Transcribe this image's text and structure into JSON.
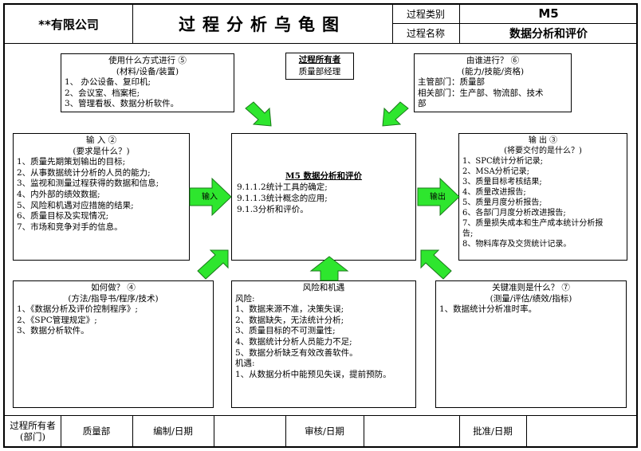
{
  "header": {
    "company": "**有限公司",
    "title": "过程分析乌龟图",
    "process_type_label": "过程类别",
    "process_type_value": "M5",
    "process_name_label": "过程名称",
    "process_name_value": "数据分析和评价"
  },
  "owner": {
    "title": "过程所有者",
    "value": "质量部经理"
  },
  "with_what": {
    "title": "使用什么方式进行 ⑤",
    "subtitle": "(材料/设备/装置)",
    "items": [
      "1、 办公设备、复印机;",
      "2、会议室、档案柜;",
      "3、管理看板、数据分析软件。"
    ]
  },
  "with_whom": {
    "title": "由谁进行？ ⑥",
    "subtitle": "(能力/技能/资格)",
    "items": [
      "主管部门：质量部",
      "相关部门：生产部、物流部、技术",
      "部"
    ]
  },
  "input": {
    "title": "输 入 ②",
    "subtitle": "(要求是什么？)",
    "items": [
      "1、质量先期策划输出的目标;",
      "2、从事数据统计分析的人员的能力;",
      "3、监视和测量过程获得的数据和信息;",
      "4、内外部的绩效数据;",
      "5、风险和机遇对应措施的结果;",
      "6、质量目标及实现情况;",
      "7、市场和竞争对手的信息。"
    ]
  },
  "process": {
    "title": "M5 数据分析和评价",
    "items": [
      "9.1.1.2统计工具的确定;",
      "9.1.1.3统计概念的应用;",
      "9.1.3分析和评价。"
    ]
  },
  "output": {
    "title": "输 出 ③",
    "subtitle": "(将要交付的是什么？)",
    "items": [
      "1、SPC统计分析记录;",
      "2、MSA分析记录;",
      "3、质量目标考核结果;",
      "4、质量改进报告;",
      "5、质量月度分析报告;",
      "6、各部门月度分析改进报告;",
      "7、质量损失成本和生产成本统计分析报",
      "告;",
      "8、物料库存及交货统计记录。"
    ]
  },
  "how": {
    "title": "如何做？ ④",
    "subtitle": "(方法/指导书/程序/技术)",
    "items": [
      "1、《数据分析及评价控制程序》;",
      "2、《SPC管理规定》;",
      "3、数据分析软件。"
    ]
  },
  "risk": {
    "title": "风险和机遇",
    "items": [
      "风险:",
      "1、数据来源不准，决策失误;",
      "2、数据缺失，无法统计分析;",
      "3、质量目标的不可测量性;",
      "4、数据统计分析人员能力不足;",
      "5、数据分析缺乏有效改善软件。",
      "机遇:",
      "1、从数据分析中能预见失误，提前预防。"
    ]
  },
  "criteria": {
    "title": "关键准则是什么？ ⑦",
    "subtitle": "(测量/评估/绩效/指标)",
    "items": [
      "1、数据统计分析准时率。"
    ]
  },
  "arrows": {
    "input_label": "输入",
    "output_label": "输出",
    "color": "#2ee62e"
  },
  "footer": {
    "owner_label": "过程所有者(部门)",
    "owner_value": "质量部",
    "prepared_label": "编制/日期",
    "prepared_value": "",
    "reviewed_label": "审核/日期",
    "reviewed_value": "",
    "approved_label": "批准/日期",
    "approved_value": ""
  }
}
